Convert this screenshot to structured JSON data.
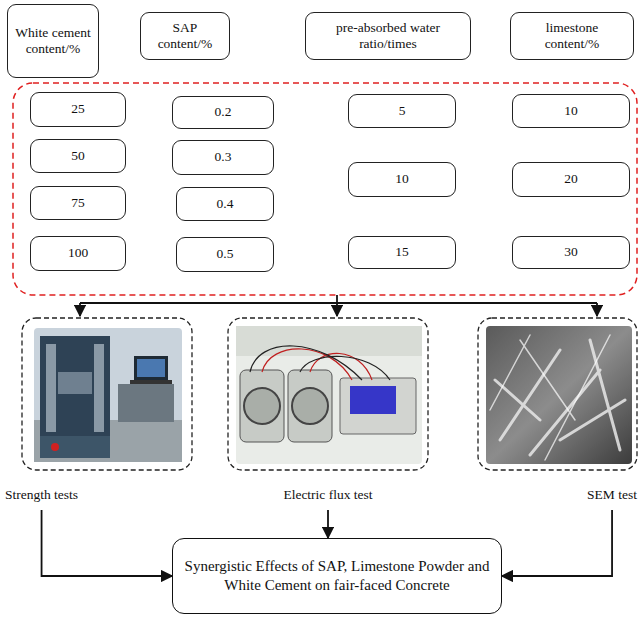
{
  "diagram": {
    "nodes": [
      {
        "text": [
          "White cement content/%"
        ]
      },
      {
        "text": [
          "SAP content/%"
        ]
      },
      {
        "text": [
          "pre-absorbed water ratio/times"
        ]
      },
      {
        "text": [
          "limestone content/%"
        ]
      },
      {
        "text": [
          "25"
        ]
      },
      {
        "text": [
          "50"
        ]
      },
      {
        "text": [
          "75"
        ]
      },
      {
        "text": [
          "100"
        ]
      },
      {
        "text": [
          "0.2"
        ]
      },
      {
        "text": [
          "0.3"
        ]
      },
      {
        "text": [
          "0.4"
        ]
      },
      {
        "text": [
          "0.5"
        ]
      },
      {
        "text": [
          "5"
        ]
      },
      {
        "text": [
          "10"
        ]
      },
      {
        "text": [
          "15"
        ]
      },
      {
        "text": [
          "10"
        ]
      },
      {
        "text": [
          "20"
        ]
      },
      {
        "text": [
          "30"
        ]
      },
      {
        "text": [
          "Strength tests"
        ]
      },
      {
        "text": [
          "Electric flux test"
        ]
      },
      {
        "text": [
          "SEM test"
        ]
      },
      {
        "text": [
          "Synergistic Effects of SAP, Limestone Powder and White Cement on fair-faced Concrete"
        ]
      }
    ],
    "edges": [
      {
        "from": 18,
        "to": 21,
        "arrow": "to"
      },
      {
        "from": 19,
        "to": 21,
        "arrow": "to"
      },
      {
        "from": 20,
        "to": 21,
        "arrow": "to"
      }
    ]
  }
}
